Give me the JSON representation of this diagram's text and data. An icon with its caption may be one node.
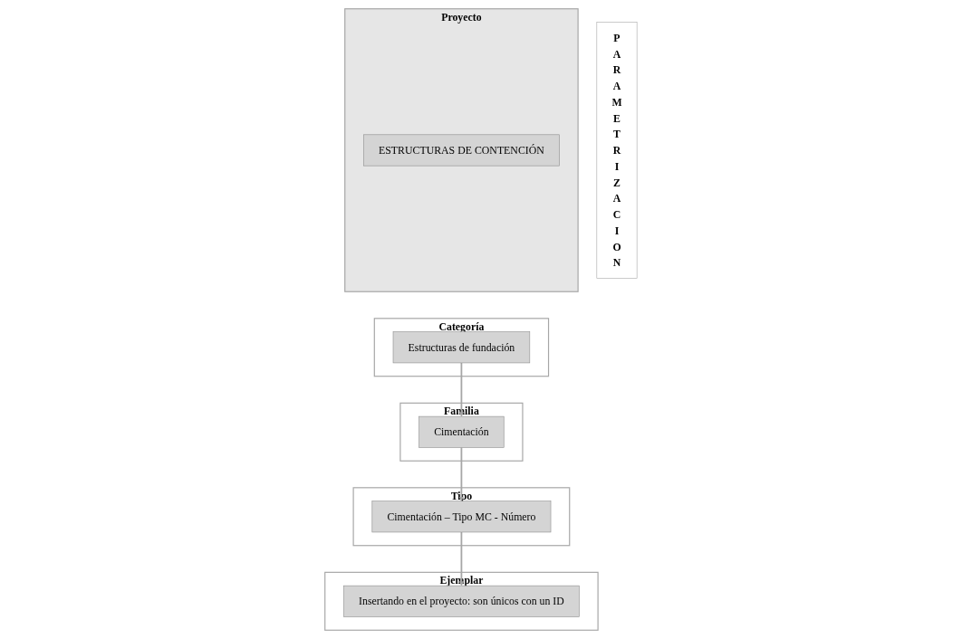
{
  "diagram": {
    "nodes": [
      {
        "text": [
          "Proyecto"
        ]
      },
      {
        "text": [
          "ESTRUCTURAS DE CONTENCIÓN"
        ],
        "in": 0
      },
      {
        "text": [
          "Categoría"
        ]
      },
      {
        "text": [
          "Estructuras de fundación"
        ],
        "in": 2
      },
      {
        "text": [
          "Familia"
        ]
      },
      {
        "text": [
          "Cimentación"
        ],
        "in": 4
      },
      {
        "text": [
          "Tipo"
        ]
      },
      {
        "text": [
          "Cimentación – Tipo MC - Número"
        ],
        "in": 6
      },
      {
        "text": [
          "Ejemplar"
        ]
      },
      {
        "text": [
          "Insertando en el proyecto: son únicos con un ID"
        ],
        "in": 8
      },
      {
        "text": [
          "P A R A M E T R I Z A C I O N"
        ]
      }
    ],
    "edges": [
      {
        "from": 3,
        "to": 5,
        "arrow": "to"
      },
      {
        "from": 5,
        "to": 7,
        "arrow": "to"
      },
      {
        "from": 7,
        "to": 9,
        "arrow": "to"
      }
    ]
  }
}
